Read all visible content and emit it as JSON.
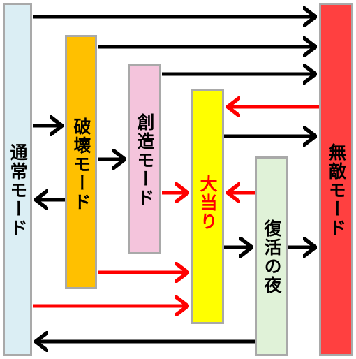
{
  "colors": {
    "black_arrow": "#000000",
    "red_arrow": "#ff0000",
    "box_border": "#a9a9a9"
  },
  "nodes": {
    "normal_mode": {
      "label": "通常モード",
      "fill": "#dbeef4",
      "text_color": "#000000"
    },
    "destruction_mode": {
      "label": "破壊モード",
      "fill": "#ffc000",
      "text_color": "#000000"
    },
    "creation_mode": {
      "label": "創造モード",
      "fill": "#f4c4dc",
      "text_color": "#000000"
    },
    "jackpot": {
      "label": "大当り",
      "fill": "#ffff00",
      "text_color": "#ff0000"
    },
    "revival_night": {
      "label": "復活の夜",
      "fill": "#e0f2d8",
      "text_color": "#000000"
    },
    "invincible_mode": {
      "label": "無敵モード",
      "fill": "#ff4040",
      "text_color": "#000000"
    }
  },
  "edges": [
    {
      "from": "normal_mode",
      "to": "invincible_mode",
      "color": "black"
    },
    {
      "from": "destruction_mode",
      "to": "invincible_mode",
      "color": "black"
    },
    {
      "from": "creation_mode",
      "to": "invincible_mode",
      "color": "black"
    },
    {
      "from": "invincible_mode",
      "to": "jackpot",
      "color": "red"
    },
    {
      "from": "jackpot",
      "to": "invincible_mode",
      "color": "black"
    },
    {
      "from": "normal_mode",
      "to": "destruction_mode",
      "color": "black"
    },
    {
      "from": "destruction_mode",
      "to": "creation_mode",
      "color": "black"
    },
    {
      "from": "destruction_mode",
      "to": "normal_mode",
      "color": "black"
    },
    {
      "from": "creation_mode",
      "to": "jackpot",
      "color": "red"
    },
    {
      "from": "revival_night",
      "to": "jackpot",
      "color": "red"
    },
    {
      "from": "jackpot",
      "to": "revival_night",
      "color": "black"
    },
    {
      "from": "revival_night",
      "to": "invincible_mode",
      "color": "black"
    },
    {
      "from": "destruction_mode",
      "to": "jackpot",
      "color": "red"
    },
    {
      "from": "normal_mode",
      "to": "jackpot",
      "color": "red"
    },
    {
      "from": "revival_night",
      "to": "normal_mode",
      "color": "black"
    }
  ]
}
